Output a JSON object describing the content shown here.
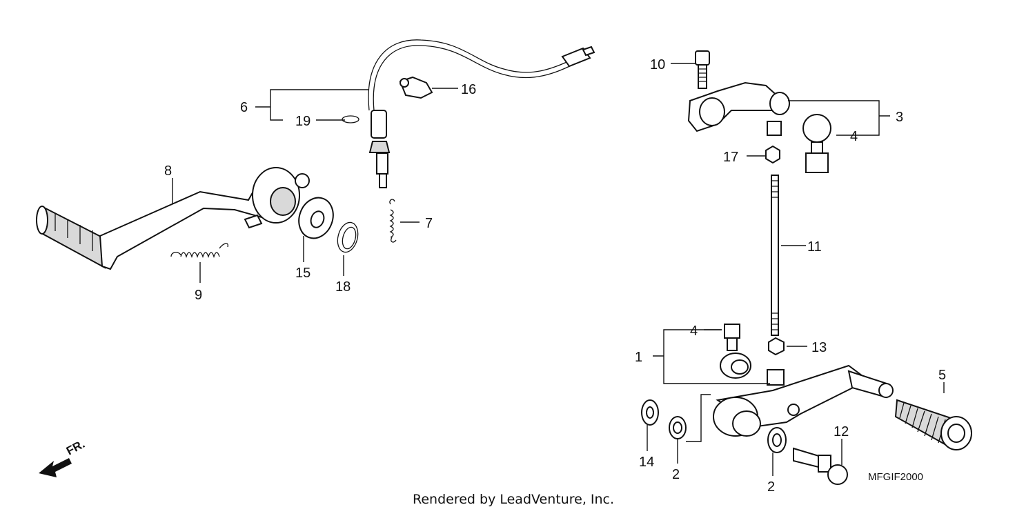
{
  "callouts": {
    "c1": "1",
    "c2a": "2",
    "c2b": "2",
    "c3": "3",
    "c4a": "4",
    "c4b": "4",
    "c5": "5",
    "c6": "6",
    "c7": "7",
    "c8": "8",
    "c9": "9",
    "c10": "10",
    "c11": "11",
    "c12": "12",
    "c13": "13",
    "c14": "14",
    "c15": "15",
    "c16": "16",
    "c17": "17",
    "c18": "18",
    "c19": "19"
  },
  "diagram_code": "MFGIF2000",
  "credit": "Rendered by LeadVenture, Inc.",
  "front_arrow_label": "FR.",
  "icons": {
    "front_arrow": "front-direction-arrow-icon"
  }
}
